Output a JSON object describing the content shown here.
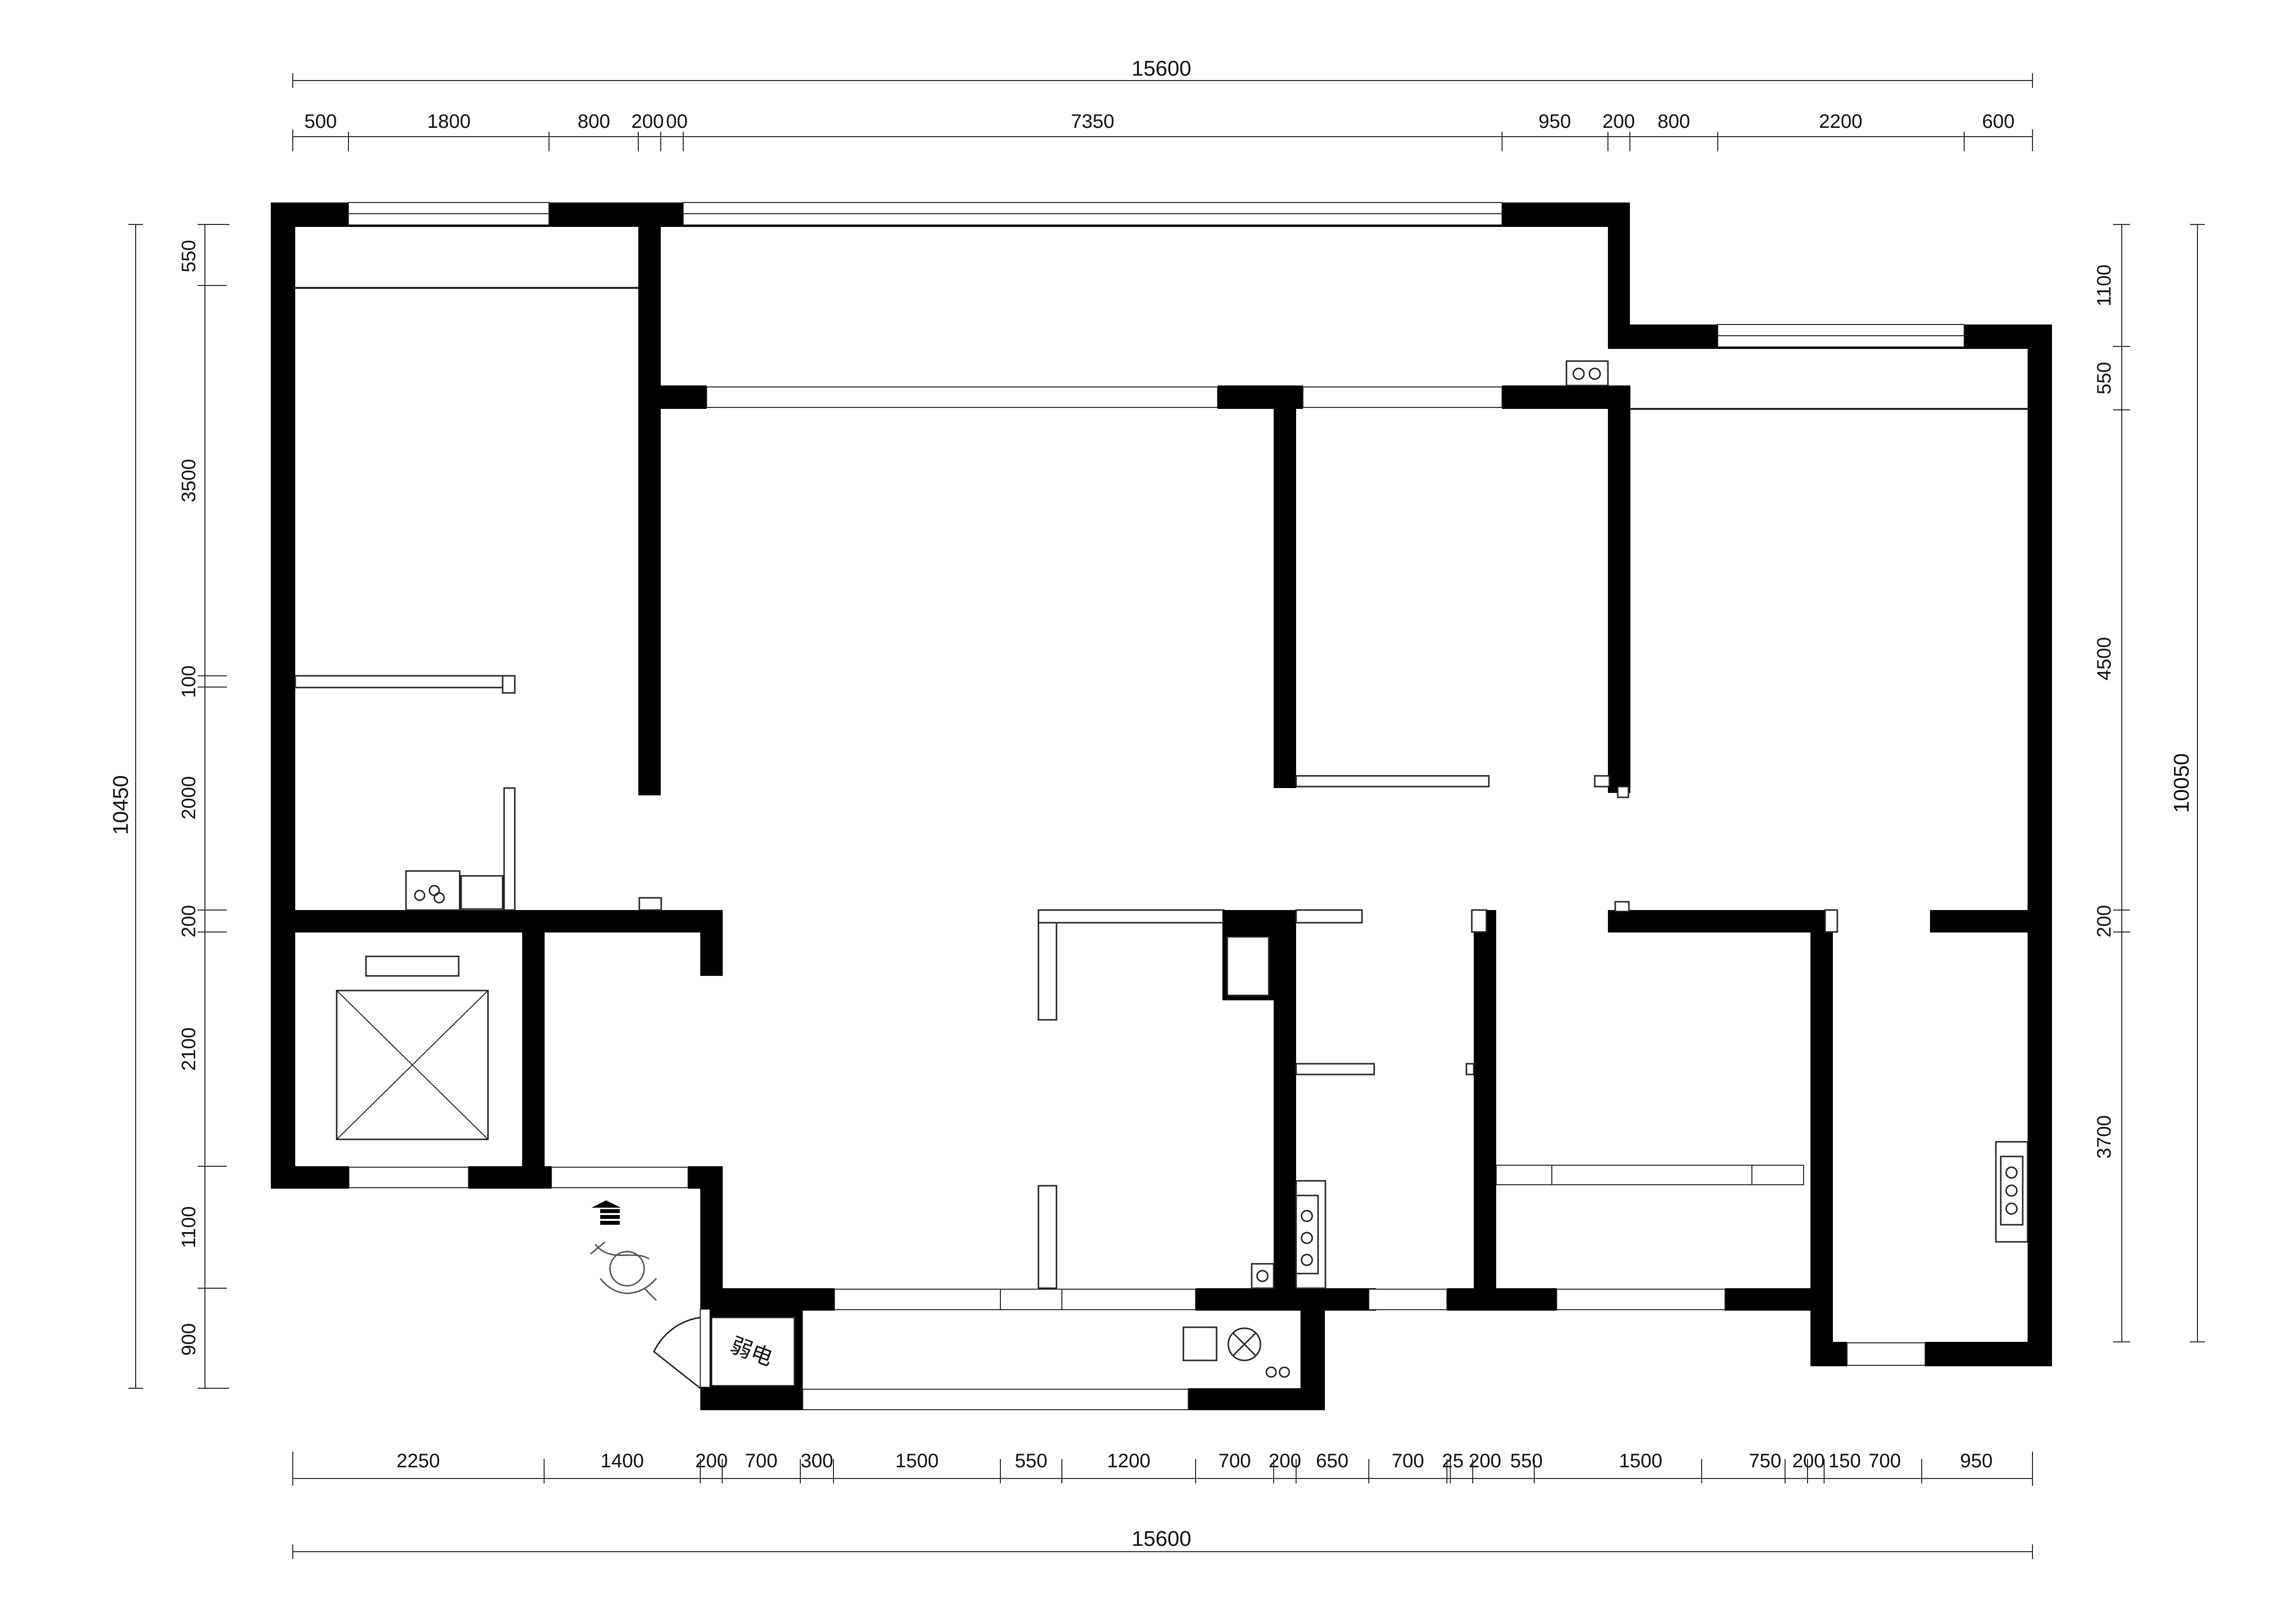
{
  "plan": {
    "top_dims": {
      "total": "15600",
      "segments": [
        "500",
        "1800",
        "800",
        "200",
        "00",
        "7350",
        "950",
        "200",
        "800",
        "2200",
        "600"
      ]
    },
    "bottom_dims": {
      "total": "15600",
      "segments": [
        "2250",
        "1400",
        "200",
        "700",
        "300",
        "1500",
        "550",
        "1200",
        "700",
        "200",
        "650",
        "700",
        "25",
        "200",
        "550",
        "1500",
        "750",
        "200",
        "150",
        "700",
        "950"
      ]
    },
    "left_dims": {
      "total": "10450",
      "segments": [
        "550",
        "3500",
        "100",
        "2000",
        "200",
        "2100",
        "1100",
        "900"
      ]
    },
    "right_dims": {
      "total": "10050",
      "segments": [
        "1100",
        "550",
        "4500",
        "200",
        "3700"
      ]
    },
    "labels": {
      "weak_current_box": "弱电"
    },
    "icons": [
      "entrance-arrow-icon",
      "elevator-icon",
      "sink-icon",
      "stove-icon",
      "washing-machine-icon",
      "door-swing-icon"
    ]
  }
}
